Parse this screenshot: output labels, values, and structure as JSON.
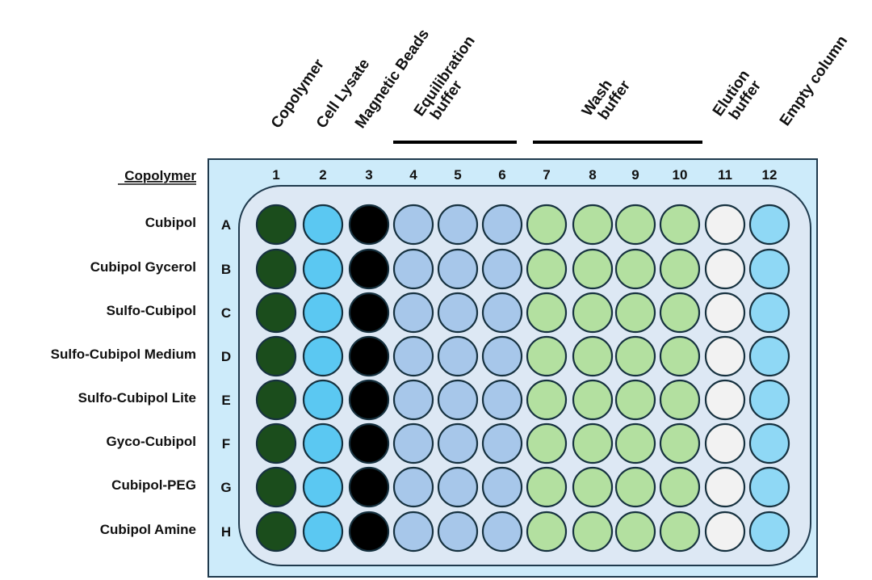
{
  "title": "Copolymer",
  "column_headers": [
    {
      "text": "Copolymer",
      "lines": [
        "Copolymer"
      ]
    },
    {
      "text": "Cell Lysate",
      "lines": [
        "Cell Lysate"
      ]
    },
    {
      "text": "Magnetic Beads",
      "lines": [
        "Magnetic Beads"
      ]
    },
    {
      "text": "Equilibration buffer",
      "lines": [
        "Equilibration",
        "buffer"
      ]
    },
    {
      "text": "Wash buffer",
      "lines": [
        "Wash",
        "buffer"
      ]
    },
    {
      "text": "Elution buffer",
      "lines": [
        "Elution",
        "buffer"
      ]
    },
    {
      "text": "Empty column",
      "lines": [
        "Empty column"
      ]
    }
  ],
  "column_numbers": [
    "1",
    "2",
    "3",
    "4",
    "5",
    "6",
    "7",
    "8",
    "9",
    "10",
    "11",
    "12"
  ],
  "rows": [
    {
      "letter": "A",
      "name": "Cubipol"
    },
    {
      "letter": "B",
      "name": "Cubipol Gycerol"
    },
    {
      "letter": "C",
      "name": "Sulfo-Cubipol"
    },
    {
      "letter": "D",
      "name": "Sulfo-Cubipol Medium"
    },
    {
      "letter": "E",
      "name": "Sulfo-Cubipol Lite"
    },
    {
      "letter": "F",
      "name": "Gyco-Cubipol"
    },
    {
      "letter": "G",
      "name": "Cubipol-PEG"
    },
    {
      "letter": "H",
      "name": "Cubipol Amine"
    }
  ],
  "column_colors": [
    "#1b4d1c",
    "#5bc8f2",
    "#000000",
    "#a7c7ea",
    "#a7c7ea",
    "#a7c7ea",
    "#b3e0a0",
    "#b3e0a0",
    "#b3e0a0",
    "#b3e0a0",
    "#f2f2f2",
    "#8fd8f5"
  ],
  "colors": {
    "plate_outer": "#cdebfa",
    "plate_inner": "#dde8f4",
    "plate_border": "#1f3a4d",
    "well_stroke": "#16313f",
    "bracket": "#000000"
  }
}
